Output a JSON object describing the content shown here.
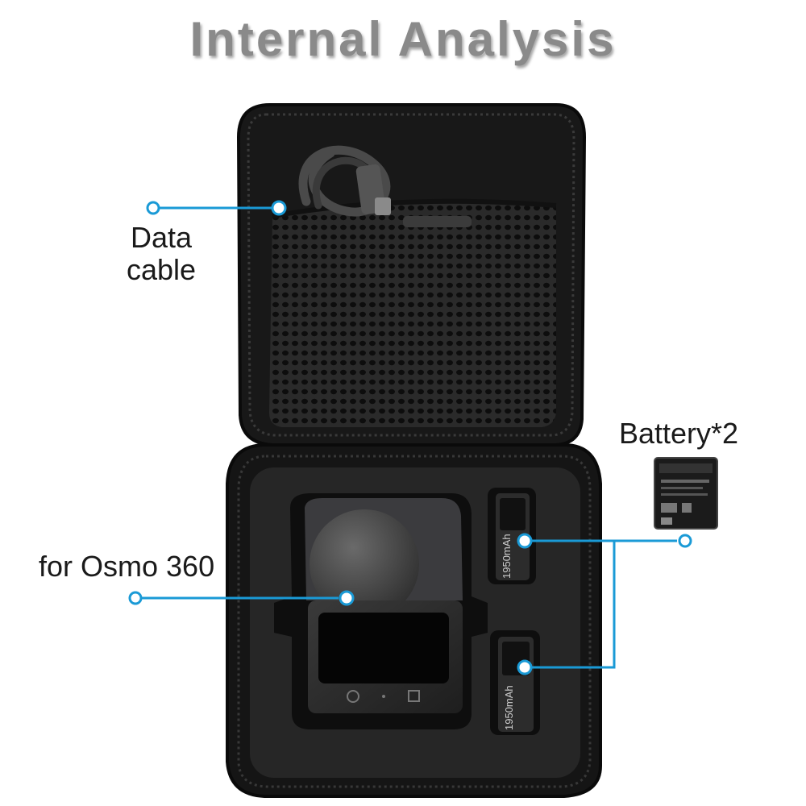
{
  "title": "Internal Analysis",
  "labels": {
    "data_cable": "Data cable",
    "camera": "for Osmo 360",
    "battery": "Battery*2"
  },
  "battery_capacity": "1950mAh",
  "colors": {
    "title": "#8a8a8a",
    "callout": "#1a9ad6",
    "case": "#1c1c1c",
    "foam": "#262626",
    "label_text": "#1a1a1a"
  }
}
